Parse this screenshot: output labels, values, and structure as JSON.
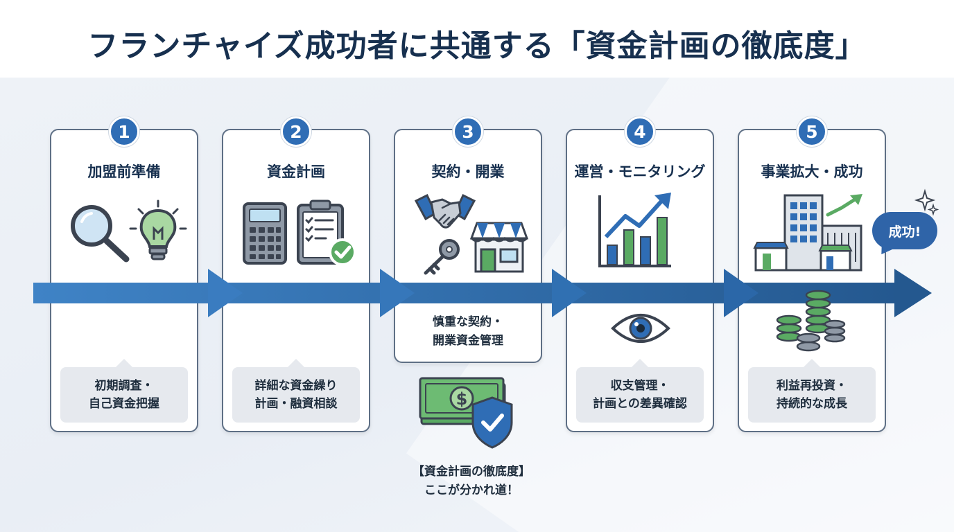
{
  "title": "フランチャイズ成功者に共通する「資金計画の徹底度」",
  "steps": [
    {
      "number": "1",
      "title": "加盟前準備",
      "desc_line1": "初期調査・",
      "desc_line2": "自己資金把握"
    },
    {
      "number": "2",
      "title": "資金計画",
      "desc_line1": "詳細な資金繰り",
      "desc_line2": "計画・融資相談"
    },
    {
      "number": "3",
      "title": "契約・開業",
      "desc_line1": "慎重な契約・",
      "desc_line2": "開業資金管理"
    },
    {
      "number": "4",
      "title": "運営・モニタリング",
      "desc_line1": "収支管理・",
      "desc_line2": "計画との差異確認"
    },
    {
      "number": "5",
      "title": "事業拡大・成功",
      "desc_line1": "利益再投資・",
      "desc_line2": "持続的な成長"
    }
  ],
  "callout": {
    "line1": "【資金計画の徹底度】",
    "line2": "ここが分かれ道！"
  },
  "success_bubble": "成功!",
  "colors": {
    "primary_blue": "#2f6db5",
    "navy": "#17304f",
    "green": "#5aaa63",
    "card_border": "#5e6f85"
  },
  "icons": [
    "magnifier-icon",
    "lightbulb-icon",
    "calculator-icon",
    "clipboard-check-icon",
    "handshake-icon",
    "key-icon",
    "shop-icon",
    "bar-chart-icon",
    "eye-icon",
    "building-icon",
    "coin-stack-icon",
    "money-shield-icon"
  ]
}
